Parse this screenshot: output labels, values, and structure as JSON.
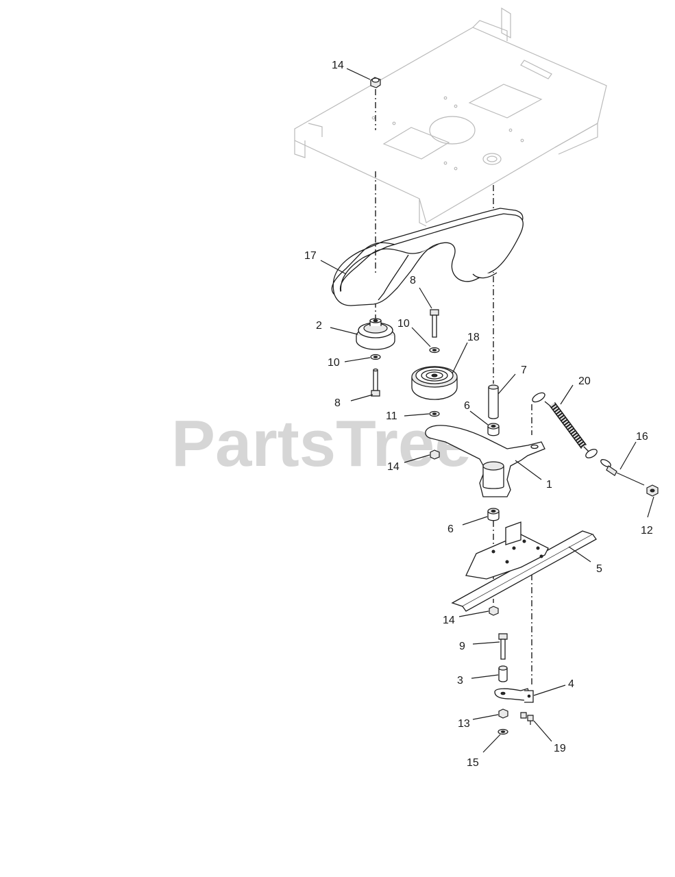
{
  "watermark": "PartsTree",
  "callouts": {
    "c14_top": "14",
    "c17": "17",
    "c8_upper": "8",
    "c2": "2",
    "c10_right": "10",
    "c18": "18",
    "c10_left": "10",
    "c7": "7",
    "c8_lower": "8",
    "c20": "20",
    "c11": "11",
    "c6_upper": "6",
    "c16": "16",
    "c14_mid": "14",
    "c1": "1",
    "c12": "12",
    "c6_lower": "6",
    "c5": "5",
    "c14_low": "14",
    "c9": "9",
    "c3": "3",
    "c4": "4",
    "c13": "13",
    "c19": "19",
    "c15": "15"
  }
}
